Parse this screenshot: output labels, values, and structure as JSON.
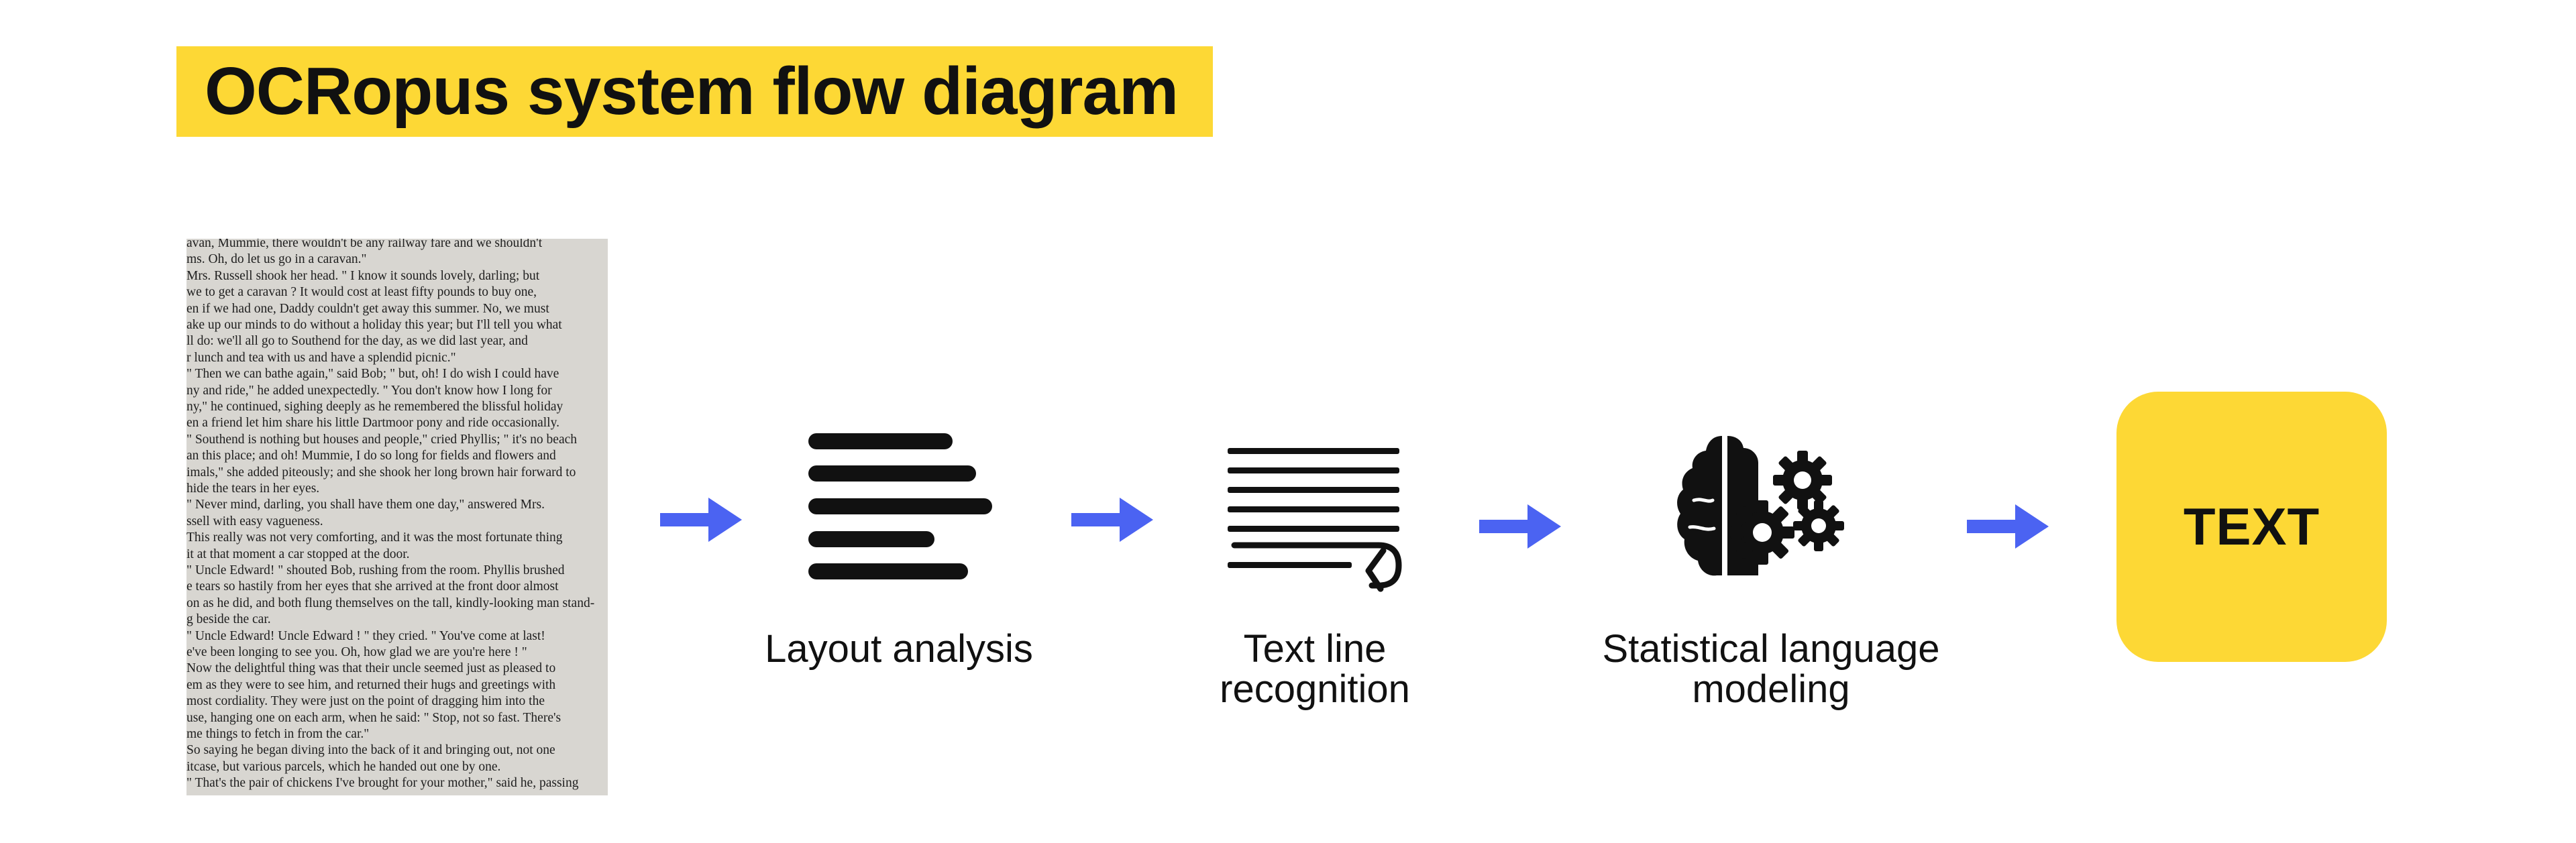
{
  "title": "OCRopus system flow diagram",
  "colors": {
    "title_bg": "#FDD835",
    "arrow": "#4B63F2",
    "output_box": "#FDD835",
    "icon": "#111111"
  },
  "scan": {
    "lines": [
      "avan, Mummie, there wouldn't be any railway fare and we shouldn't",
      "ms.  Oh, do let us go in a caravan.\"",
      "Mrs. Russell shook her head.  \" I know it sounds lovely, darling; but",
      "we to get a caravan ?  It would cost at least fifty pounds  to  buy one,",
      "en if we had one, Daddy couldn't get away this summer.  No, we must",
      "ake up our minds to do without a holiday this year; but I'll tell you what",
      "ll do: we'll all go to Southend for the day, as we did last year, and",
      "r lunch and tea with us and have a splendid picnic.\"",
      "\" Then we can bathe again,\" said Bob; \" but, oh! I do wish I could have",
      "ny and ride,\" he added unexpectedly.   \" You don't know how I long for",
      "ny,\" he continued, sighing deeply as he remembered the blissful holiday",
      "en a friend let him share his little Dartmoor pony and ride occasionally.",
      "\" Southend is nothing but houses and people,\" cried Phyllis; \" it's no beach",
      "an this place; and oh! Mummie, I do so long for fields and flowers and",
      "imals,\" she added piteously; and she shook her long brown hair forward to",
      "hide the tears in her eyes.",
      "\" Never mind, darling, you shall have them one day,\" answered Mrs.",
      "ssell with easy vagueness.",
      "This really was not very comforting, and it was the most fortunate thing",
      "it at that moment a car stopped at the door.",
      "\" Uncle Edward! \" shouted Bob, rushing from the room.   Phyllis brushed",
      "e tears so hastily from her eyes that she arrived at the front door almost",
      "on as he did, and both flung themselves on the tall, kindly-looking man stand-",
      "g beside the car.",
      "\" Uncle Edward!  Uncle Edward ! \" they cried.   \" You've come at last!",
      "e've been longing to see you.   Oh, how glad we are you're here ! \"",
      "Now the delightful thing was that their uncle seemed just as pleased to",
      "em as they were to see him, and returned their hugs and greetings with",
      "most cordiality.   They were just on the point of dragging him into the",
      "use, hanging one on each arm, when he said: \" Stop, not so fast.   There's",
      "me things to fetch in from the car.\"",
      "So saying he began diving into the back of it and bringing out, not one",
      "itcase, but various parcels, which he handed out one by one.",
      "\" That's the pair of chickens I've brought for your mother,\" said he, passing"
    ]
  },
  "steps": [
    {
      "icon": "align-left-lines-icon",
      "label_lines": [
        "Layout analysis"
      ]
    },
    {
      "icon": "text-line-return-icon",
      "label_lines": [
        "Text line",
        "recognition"
      ]
    },
    {
      "icon": "brain-gears-icon",
      "label_lines": [
        "Statistical language",
        "modeling"
      ]
    }
  ],
  "output": {
    "label": "TEXT"
  }
}
